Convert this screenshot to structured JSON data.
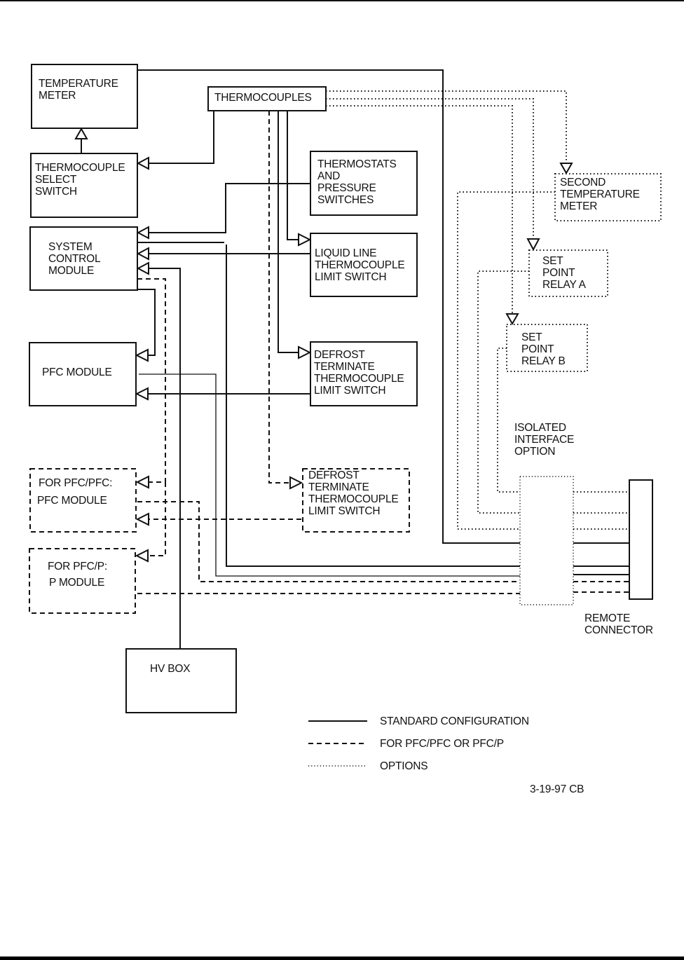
{
  "diagram": {
    "blocks": {
      "temperature_meter": [
        "TEMPERATURE",
        "METER"
      ],
      "thermocouples": [
        "THERMOCOUPLES"
      ],
      "thermocouple_select_switch": [
        "THERMOCOUPLE",
        "SELECT",
        "SWITCH"
      ],
      "thermostats_pressure_switches": [
        "THERMOSTATS",
        "AND",
        "PRESSURE",
        "SWITCHES"
      ],
      "system_control_module": [
        "SYSTEM",
        "CONTROL",
        "MODULE"
      ],
      "liquid_line_limit_switch": [
        "LIQUID LINE",
        "THERMOCOUPLE",
        "LIMIT SWITCH"
      ],
      "pfc_module": [
        "PFC MODULE"
      ],
      "defrost_terminate_limit_switch": [
        "DEFROST",
        "TERMINATE",
        "THERMOCOUPLE",
        "LIMIT SWITCH"
      ],
      "second_temperature_meter": [
        "SECOND",
        "TEMPERATURE",
        "METER"
      ],
      "set_point_relay_a": [
        "SET",
        "POINT",
        "RELAY A"
      ],
      "set_point_relay_b": [
        "SET",
        "POINT",
        "RELAY B"
      ],
      "isolated_interface_option": [
        "ISOLATED",
        "INTERFACE",
        "OPTION"
      ],
      "pfc_pfc_module": [
        "FOR PFC/PFC:",
        "PFC MODULE"
      ],
      "defrost_terminate_limit_switch_optional": [
        "DEFROST",
        "TERMINATE",
        "THERMOCOUPLE",
        "LIMIT SWITCH"
      ],
      "pfc_p_module": [
        "FOR PFC/P:",
        "P MODULE"
      ],
      "remote_connector": [
        "REMOTE",
        "CONNECTOR"
      ],
      "hv_box": [
        "HV BOX"
      ]
    },
    "legend": [
      {
        "style": "solid",
        "label": "STANDARD CONFIGURATION"
      },
      {
        "style": "dashed",
        "label": "FOR PFC/PFC OR PFC/P"
      },
      {
        "style": "dotted",
        "label": "OPTIONS"
      }
    ],
    "footer_code": "3-19-97 CB"
  }
}
